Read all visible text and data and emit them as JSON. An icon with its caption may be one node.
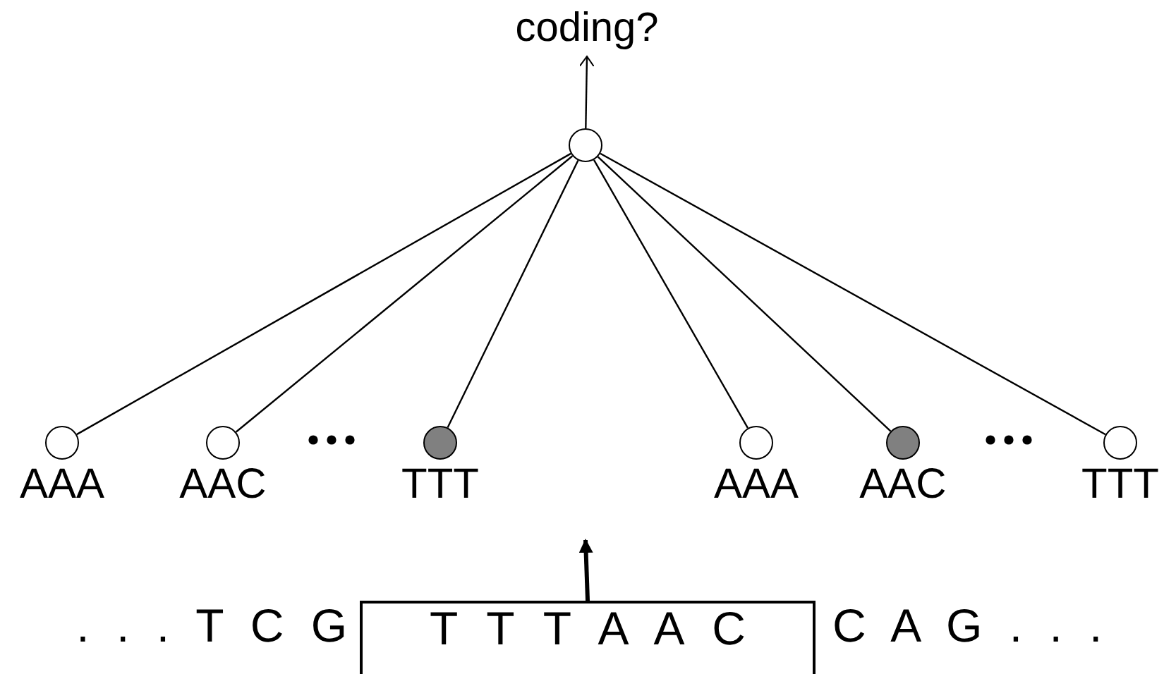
{
  "diagram": {
    "nodes": [
      {
        "text": [
          "coding?"
        ]
      },
      {
        "text": [],
        "shape": "circle"
      },
      {
        "text": [],
        "shape": "circle",
        "beside": [
          "AAA"
        ]
      },
      {
        "text": [],
        "shape": "circle",
        "beside": [
          "AAC"
        ]
      },
      {
        "text": [],
        "shape": "circle",
        "beside": [
          "TTT"
        ]
      },
      {
        "text": [],
        "shape": "circle",
        "beside": [
          "AAA"
        ]
      },
      {
        "text": [],
        "shape": "circle",
        "beside": [
          "AAC"
        ]
      },
      {
        "text": [],
        "shape": "circle",
        "beside": [
          "TTT"
        ]
      },
      {
        "text": [
          "T T T A A C"
        ]
      }
    ],
    "edges": [
      {
        "from": 1,
        "to": 0,
        "arrow": "to"
      },
      {
        "from": 1,
        "to": 2,
        "arrow": "none"
      },
      {
        "from": 1,
        "to": 3,
        "arrow": "none"
      },
      {
        "from": 1,
        "to": 4,
        "arrow": "none"
      },
      {
        "from": 1,
        "to": 5,
        "arrow": "none"
      },
      {
        "from": 1,
        "to": 6,
        "arrow": "none"
      },
      {
        "from": 1,
        "to": 7,
        "arrow": "none"
      },
      {
        "from": 8,
        "to": null,
        "arrow": "to",
        "style": "thick"
      }
    ],
    "labels": [
      ". . . T C G",
      "C A G . . ."
    ]
  }
}
